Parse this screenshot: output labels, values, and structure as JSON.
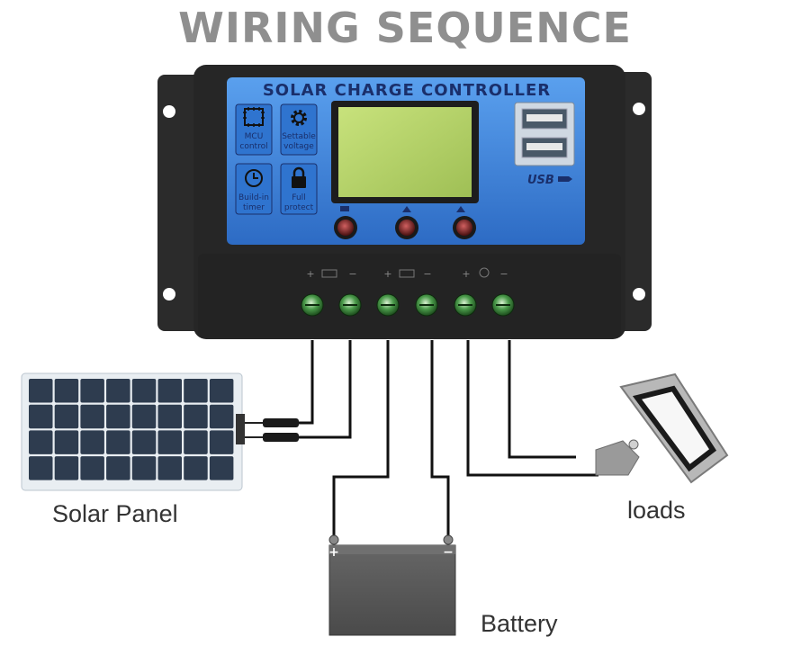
{
  "title": "WIRING SEQUENCE",
  "controller": {
    "name": "SOLAR CHARGE CONTROLLER",
    "icons": [
      {
        "icon": "chip-icon",
        "line1": "MCU",
        "line2": "control"
      },
      {
        "icon": "gear-icon",
        "line1": "Settable",
        "line2": "voltage"
      },
      {
        "icon": "clock-icon",
        "line1": "Build-in",
        "line2": "timer"
      },
      {
        "icon": "lock-icon",
        "line1": "Full",
        "line2": "protect"
      }
    ],
    "usb_label": "USB",
    "terminal_signs": [
      "+",
      "−",
      "+",
      "−",
      "+",
      "−"
    ]
  },
  "labels": {
    "solar_panel": "Solar Panel",
    "loads": "loads",
    "battery": "Battery"
  },
  "battery_signs": {
    "positive": "+",
    "negative": "−"
  },
  "colors": {
    "title": "#8f8f8f",
    "controller_body": "#2a2a2a",
    "controller_face": "#3d7fd9",
    "lcd": "#b5d46a",
    "wire": "#111111",
    "battery": "#5a5a5a",
    "lamp_frame": "#a9a9a9"
  }
}
